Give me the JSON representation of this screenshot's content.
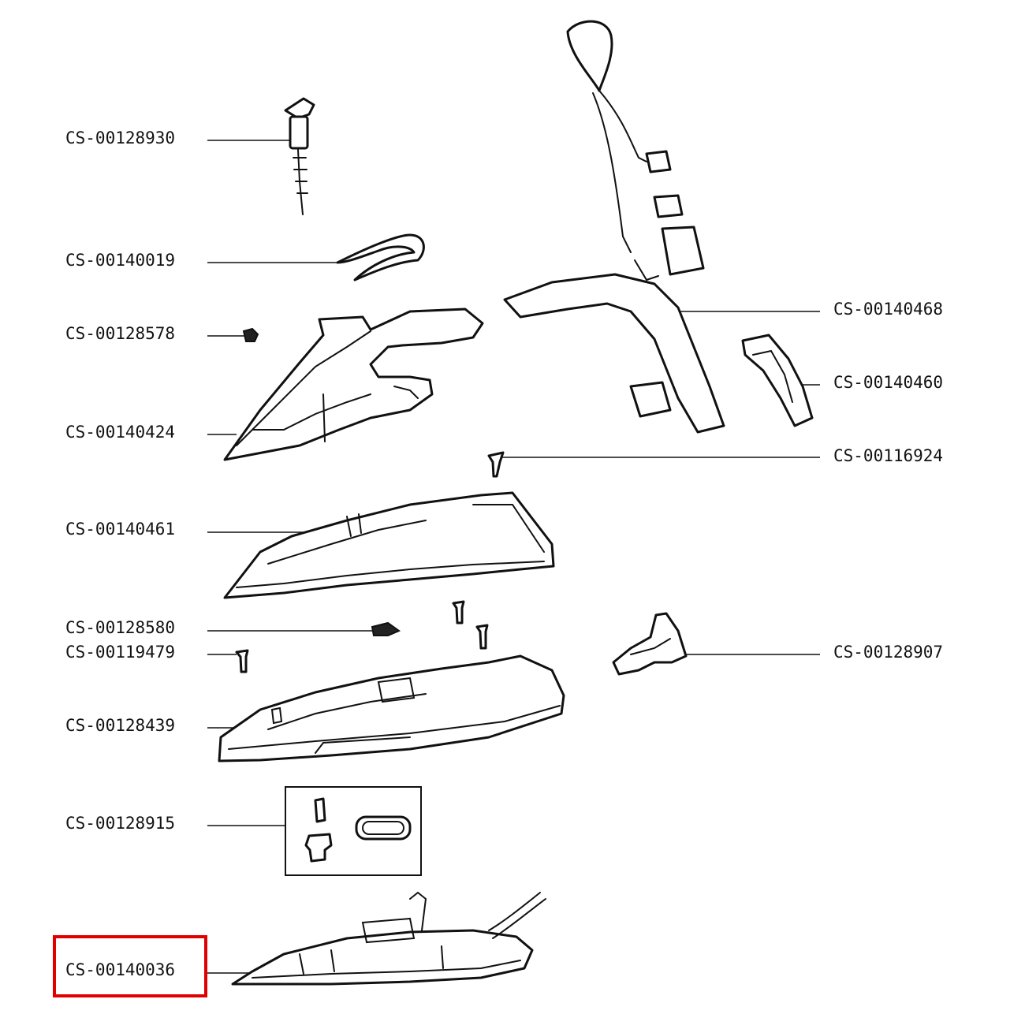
{
  "diagram": {
    "highlight_color": "#e00000",
    "highlighted_part": "CS-00140036",
    "labels": {
      "p128930": "CS-00128930",
      "p140019": "CS-00140019",
      "p128578": "CS-00128578",
      "p140424": "CS-00140424",
      "p140461": "CS-00140461",
      "p128580": "CS-00128580",
      "p119479": "CS-00119479",
      "p128439": "CS-00128439",
      "p128915": "CS-00128915",
      "p140036": "CS-00140036",
      "p140468": "CS-00140468",
      "p140460": "CS-00140460",
      "p116924": "CS-00116924",
      "p128907": "CS-00128907"
    }
  }
}
